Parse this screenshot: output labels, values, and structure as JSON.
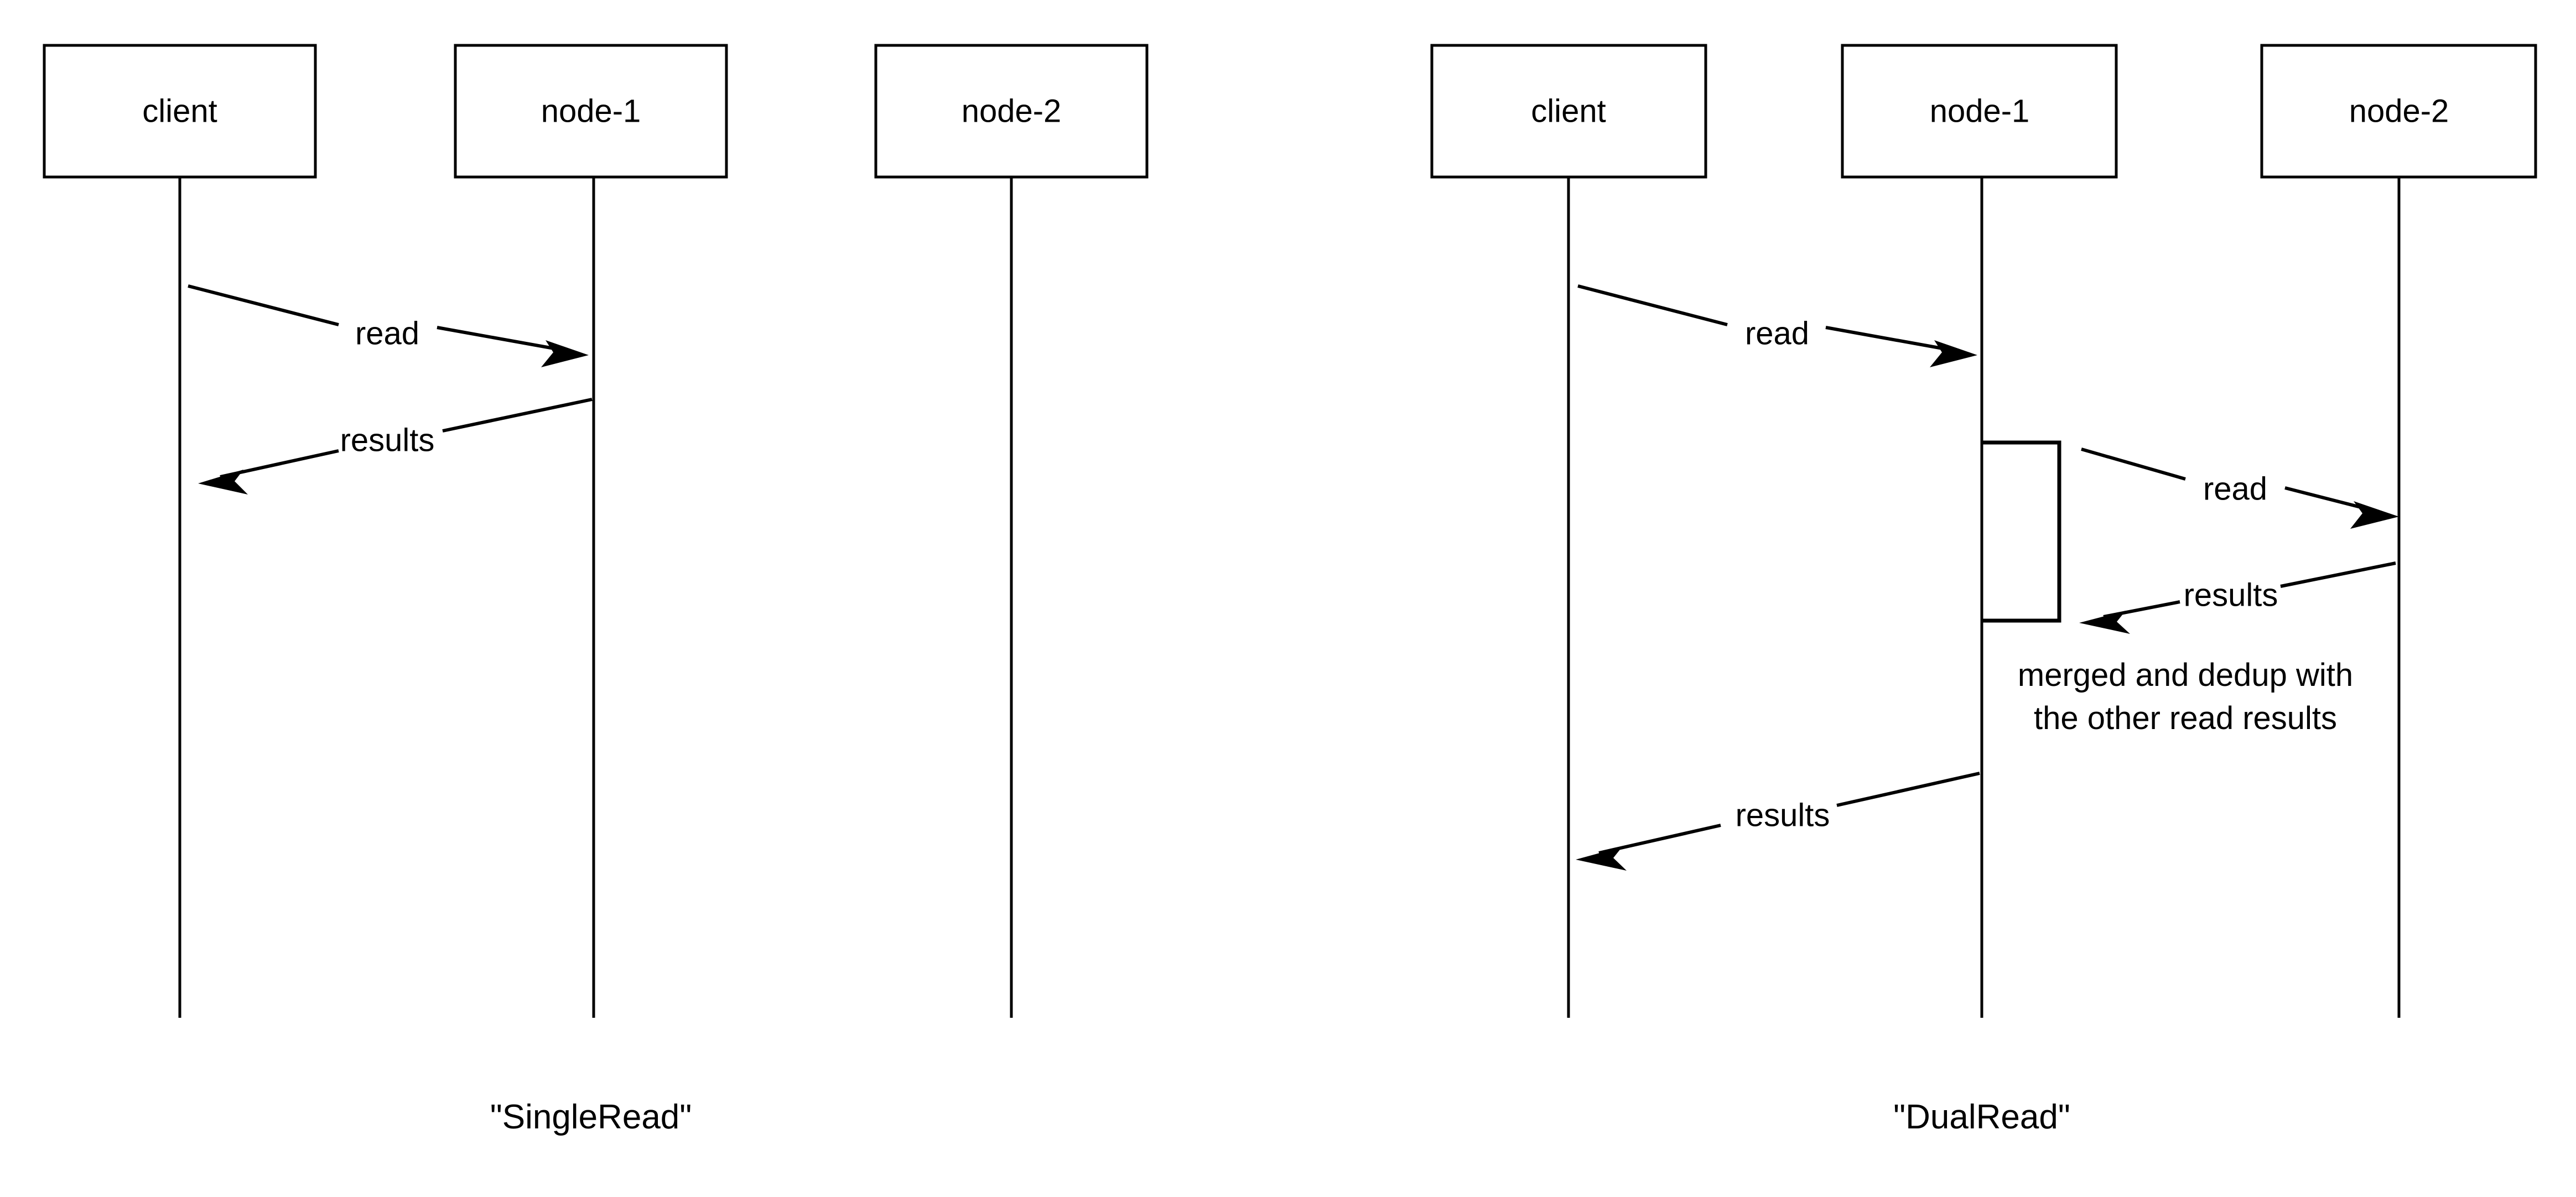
{
  "diagram": {
    "type": "sequence-diagram",
    "background_color": "#ffffff",
    "stroke_color": "#000000",
    "panels": [
      {
        "id": "single-read",
        "caption": "\"SingleRead\"",
        "participants": [
          {
            "id": "client",
            "label": "client"
          },
          {
            "id": "node-1",
            "label": "node-1"
          },
          {
            "id": "node-2",
            "label": "node-2"
          }
        ],
        "messages": [
          {
            "id": "m1",
            "label": "read",
            "from": "client",
            "to": "node-1",
            "direction": "right"
          },
          {
            "id": "m2",
            "label": "results",
            "from": "node-1",
            "to": "client",
            "direction": "left"
          }
        ],
        "notes": [],
        "activations": []
      },
      {
        "id": "dual-read",
        "caption": "\"DualRead\"",
        "participants": [
          {
            "id": "client",
            "label": "client"
          },
          {
            "id": "node-1",
            "label": "node-1"
          },
          {
            "id": "node-2",
            "label": "node-2"
          }
        ],
        "messages": [
          {
            "id": "m1",
            "label": "read",
            "from": "client",
            "to": "node-1",
            "direction": "right"
          },
          {
            "id": "m2",
            "label": "read",
            "from": "node-1",
            "to": "node-2",
            "direction": "right"
          },
          {
            "id": "m3",
            "label": "results",
            "from": "node-2",
            "to": "node-1",
            "direction": "left"
          },
          {
            "id": "m4",
            "label": "results",
            "from": "node-1",
            "to": "client",
            "direction": "left"
          }
        ],
        "notes": [
          {
            "id": "merge-note",
            "anchor": "node-1",
            "lines": [
              "merged and dedup with",
              "the other read results"
            ]
          }
        ],
        "activations": [
          {
            "id": "node-1-activation",
            "on": "node-1"
          }
        ]
      }
    ]
  }
}
